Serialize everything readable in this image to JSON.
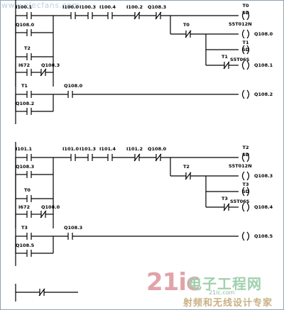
{
  "watermark": "www.elecfans.com",
  "logo": {
    "brand": "21ic",
    "name": "电子工程网",
    "url": "21ic.com",
    "slogan": "射频和无线设计专家"
  },
  "networks": [
    {
      "rung1_contacts": [
        {
          "label": "I100.0",
          "type": "NO"
        },
        {
          "label": "I100.3",
          "type": "NO"
        },
        {
          "label": "I100.4",
          "type": "NO"
        },
        {
          "label": "I100.2",
          "type": "NC"
        },
        {
          "label": "Q108.3",
          "type": "NC"
        }
      ],
      "branch_start": {
        "label": "I100.1"
      },
      "branch_mid": {
        "label": "Q108.0"
      },
      "branch_t": {
        "label": "T2"
      },
      "branch_i": {
        "label": "I672"
      },
      "branch_q": {
        "label": "Q108.3"
      },
      "timer1": {
        "name": "T0",
        "mode": "SD",
        "value": "S5T012N"
      },
      "nc_t0": {
        "label": "T0"
      },
      "coil1": {
        "label": "Q108.0"
      },
      "timer2": {
        "name": "T1",
        "mode": "SD",
        "value": "S5T06S"
      },
      "nc_t1": {
        "label": "T1"
      },
      "coil2": {
        "label": "Q108.1"
      },
      "rung2_contact_a": {
        "label": "T1"
      },
      "rung2_contact_b": {
        "label": "Q108.2"
      },
      "rung2_contact_c": {
        "label": "Q108.0"
      },
      "coil3": {
        "label": "Q108.2"
      }
    },
    {
      "rung1_contacts": [
        {
          "label": "I101.0",
          "type": "NO"
        },
        {
          "label": "I101.3",
          "type": "NO"
        },
        {
          "label": "I101.4",
          "type": "NO"
        },
        {
          "label": "I101.2",
          "type": "NC"
        },
        {
          "label": "Q108.0",
          "type": "NC"
        }
      ],
      "branch_start": {
        "label": "I101.1"
      },
      "branch_mid": {
        "label": "Q108.3"
      },
      "branch_t": {
        "label": "T0"
      },
      "branch_i": {
        "label": "I672"
      },
      "branch_q": {
        "label": "Q108.0"
      },
      "timer1": {
        "name": "T2",
        "mode": "SD",
        "value": "S5T012N"
      },
      "nc_t0": {
        "label": "T2"
      },
      "coil1": {
        "label": "Q108.3"
      },
      "timer2": {
        "name": "T3",
        "mode": "SD",
        "value": "S5T06S"
      },
      "nc_t1": {
        "label": "T3"
      },
      "coil2": {
        "label": "Q108.4"
      },
      "rung2_contact_a": {
        "label": "T3"
      },
      "rung2_contact_b": {
        "label": "Q108.5"
      },
      "rung2_contact_c": {
        "label": "Q108.3"
      },
      "coil3": {
        "label": "Q108.5"
      }
    }
  ]
}
